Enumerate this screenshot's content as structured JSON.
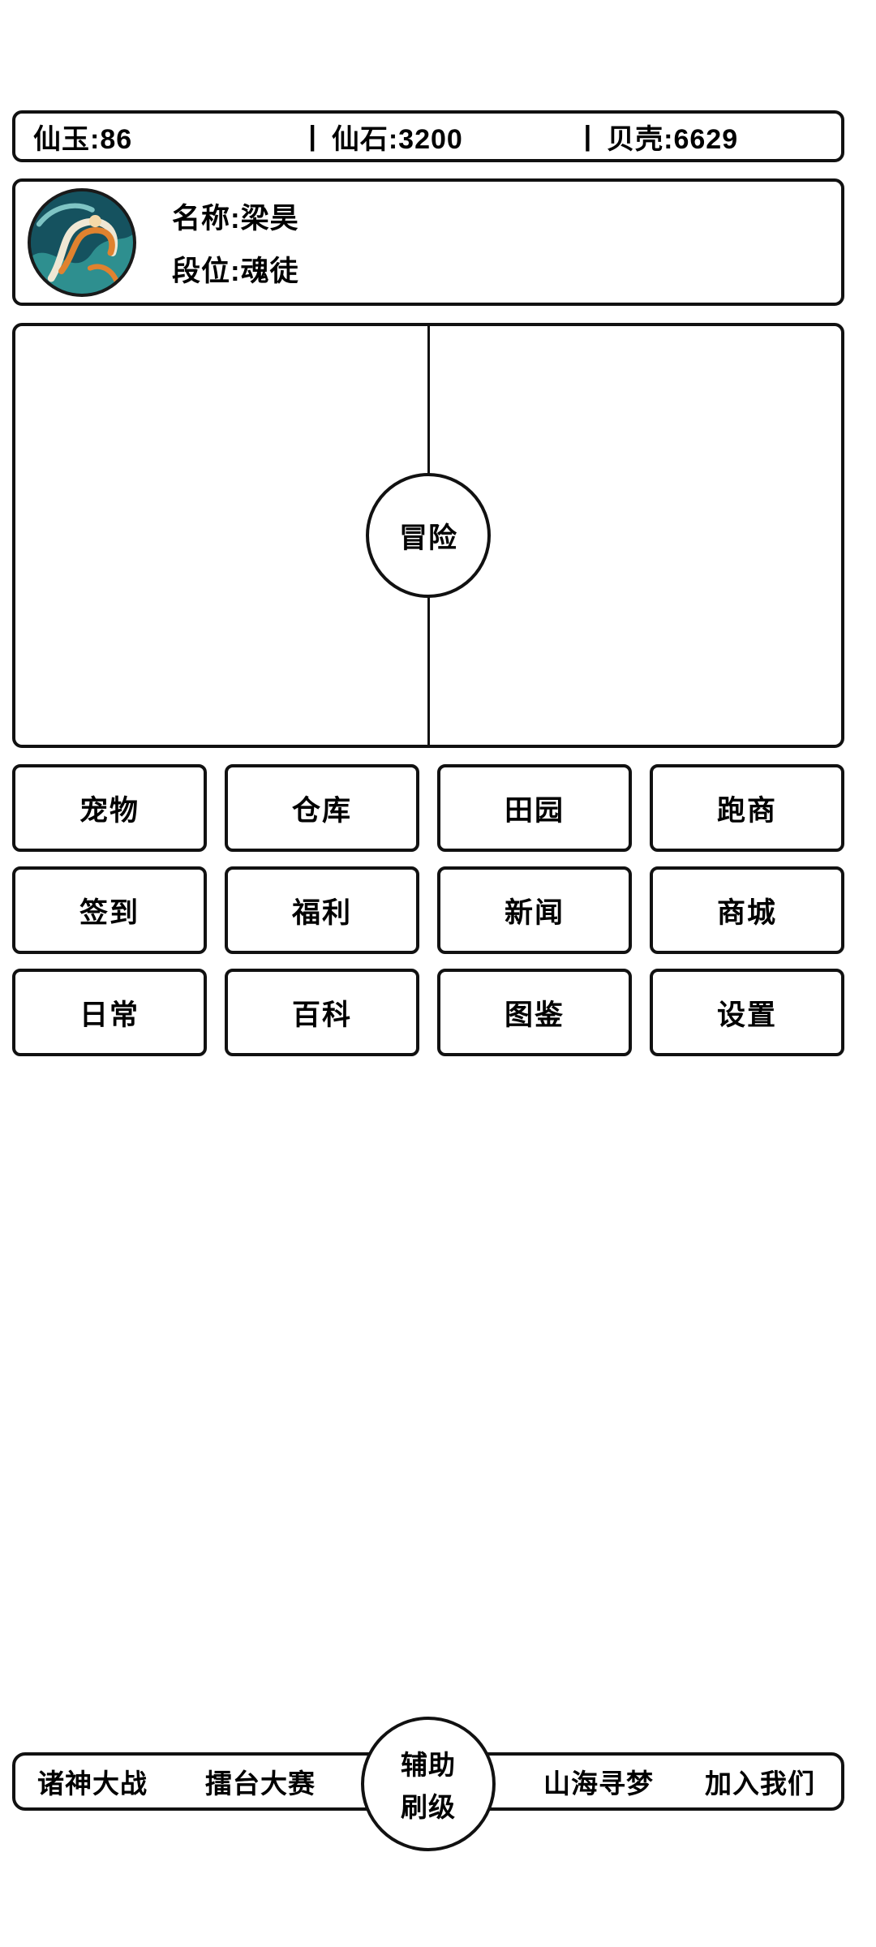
{
  "colors": {
    "border": "#111111",
    "background": "#ffffff",
    "text": "#000000",
    "avatar_navy": "#15525f",
    "avatar_teal": "#2e8f8f",
    "avatar_orange": "#e0822f",
    "avatar_cream": "#efe7d4"
  },
  "currency": {
    "separator": "|",
    "items": [
      "仙玉:86",
      "仙石:3200",
      "贝壳:6629"
    ]
  },
  "player": {
    "name": "名称:梁昊",
    "rank": "段位:魂徒",
    "avatar_icon": "player-avatar"
  },
  "adventure": {
    "label": "冒险"
  },
  "menu": {
    "items": [
      "宠物",
      "仓库",
      "田园",
      "跑商",
      "签到",
      "福利",
      "新闻",
      "商城",
      "日常",
      "百科",
      "图鉴",
      "设置"
    ]
  },
  "bottom_bar": {
    "items_left": [
      "诸神大战",
      "擂台大赛"
    ],
    "center_lines": [
      "辅助",
      "刷级"
    ],
    "items_right": [
      "山海寻梦",
      "加入我们"
    ]
  }
}
